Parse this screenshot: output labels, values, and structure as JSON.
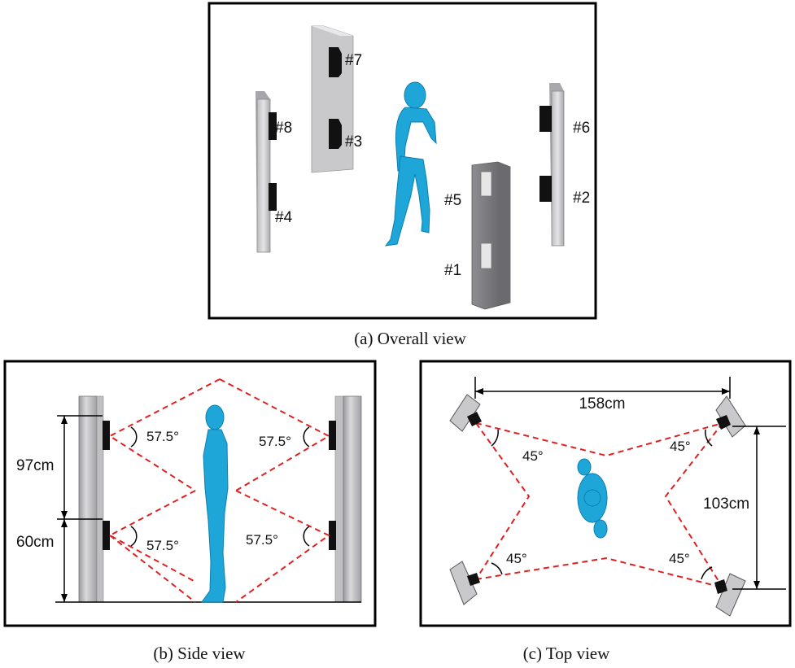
{
  "panels": {
    "overall": {
      "caption": "(a) Overall view",
      "labels": [
        "#7",
        "#8",
        "#3",
        "#6",
        "#5",
        "#2",
        "#4",
        "#1"
      ]
    },
    "side": {
      "caption": "(b) Side view",
      "angles": [
        "57.5°",
        "57.5°",
        "57.5°",
        "57.5°"
      ],
      "dims": [
        "97cm",
        "60cm"
      ]
    },
    "top": {
      "caption": "(c) Top view",
      "angles": [
        "45°",
        "45°",
        "45°",
        "45°"
      ],
      "dims": [
        "158cm",
        "103cm"
      ]
    }
  },
  "colors": {
    "body": "#1fa6d8",
    "ray": "#e02020",
    "frame": "#000000",
    "panel": "#d4d4d6"
  }
}
